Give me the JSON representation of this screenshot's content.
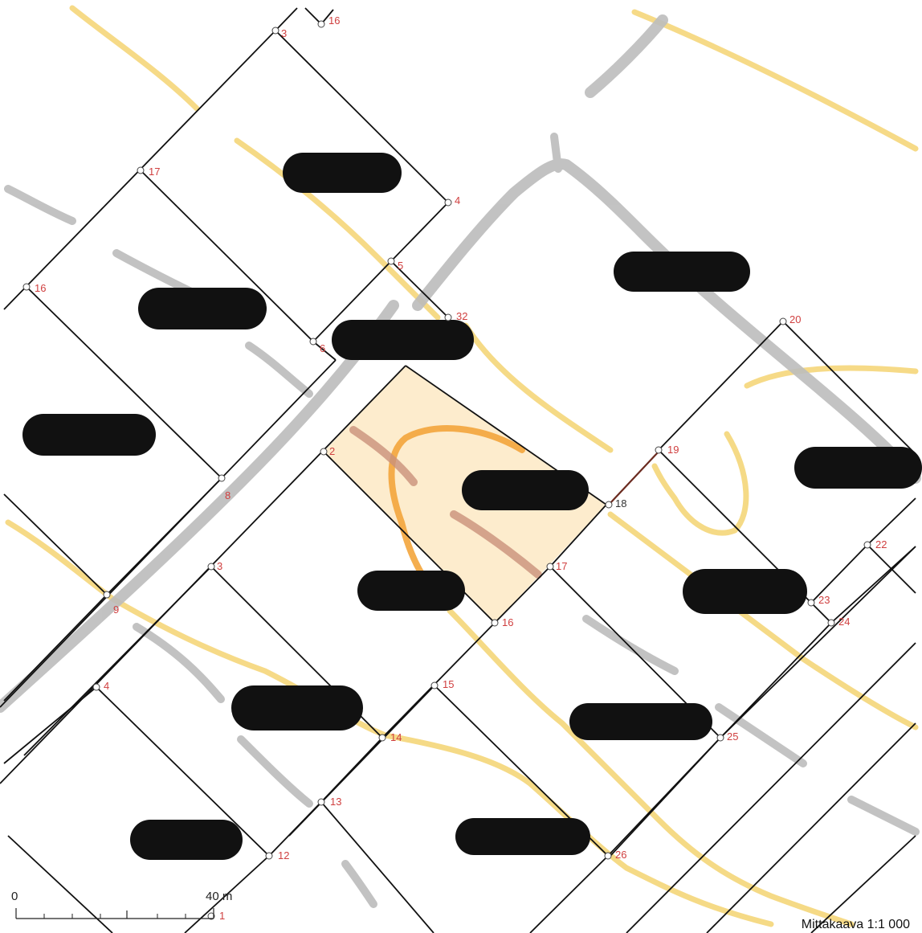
{
  "map": {
    "scale_caption": "Mittakaava 1:1 000",
    "scale_bar": {
      "start_label": "0",
      "end_label": "40 m"
    },
    "colors": {
      "boundary": "#111111",
      "road": "#bcbcbc",
      "contour": "#f5d67a",
      "highlight_fill": "#fde9c4",
      "highlight_contour": "#f3a53c",
      "redaction": "#111111",
      "point_label": "#d04040"
    },
    "points": [
      {
        "label": "3"
      },
      {
        "label": "16"
      },
      {
        "label": "17"
      },
      {
        "label": "4"
      },
      {
        "label": "16"
      },
      {
        "label": "5"
      },
      {
        "label": "32"
      },
      {
        "label": "6"
      },
      {
        "label": "20"
      },
      {
        "label": "2"
      },
      {
        "label": "8"
      },
      {
        "label": "19"
      },
      {
        "label": "18"
      },
      {
        "label": "22"
      },
      {
        "label": "3"
      },
      {
        "label": "17"
      },
      {
        "label": "9"
      },
      {
        "label": "16"
      },
      {
        "label": "23"
      },
      {
        "label": "24"
      },
      {
        "label": "4"
      },
      {
        "label": "15"
      },
      {
        "label": "14"
      },
      {
        "label": "25"
      },
      {
        "label": "13"
      },
      {
        "label": "12"
      },
      {
        "label": "26"
      },
      {
        "label": "1"
      }
    ]
  }
}
